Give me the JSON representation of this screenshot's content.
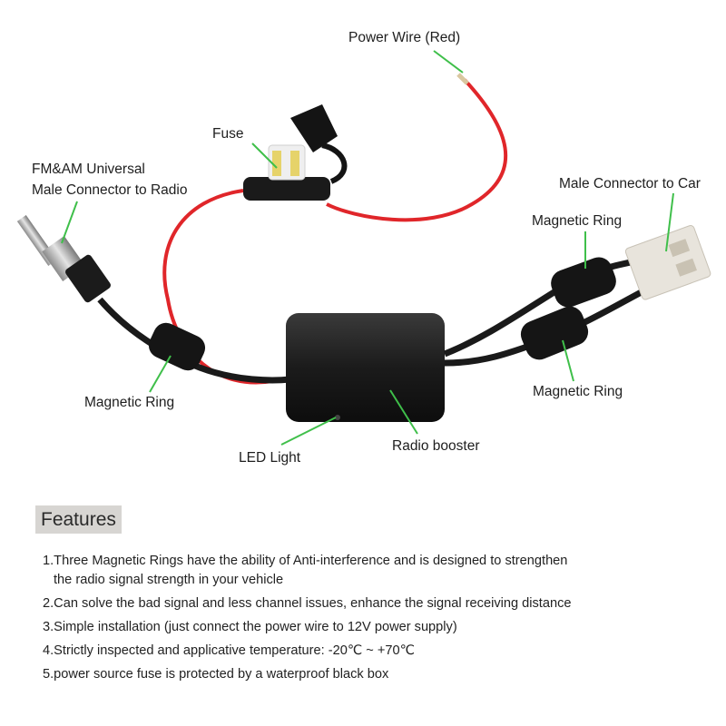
{
  "labels": {
    "power_wire": "Power Wire (Red)",
    "fuse": "Fuse",
    "fm_am_line1": "FM&AM Universal",
    "fm_am_line2": "Male Connector to Radio",
    "male_connector_car": "Male Connector to Car",
    "magnetic_ring_top": "Magnetic Ring",
    "magnetic_ring_right": "Magnetic Ring",
    "magnetic_ring_left": "Magnetic Ring",
    "led_light": "LED Light",
    "radio_booster": "Radio booster"
  },
  "colors": {
    "leader_line": "#3fbf4a",
    "red_wire": "#e0262a",
    "black_cable": "#1a1a1a",
    "box_body": "#1c1c1c",
    "connector_white": "#e8e4dc",
    "features_bg": "#d7d5d2"
  },
  "features": {
    "heading": "Features",
    "items": [
      {
        "line1": "1.Three Magnetic Rings have the ability of Anti-interference and is designed to strengthen",
        "line2": "the radio signal strength in your vehicle"
      },
      {
        "line1": "2.Can solve the bad signal and less channel issues, enhance the signal receiving distance"
      },
      {
        "line1": "3.Simple installation (just connect the power wire to 12V power supply)"
      },
      {
        "line1": "4.Strictly inspected and applicative temperature: -20℃ ~ +70℃"
      },
      {
        "line1": "5.power source fuse is protected by a waterproof black box"
      }
    ]
  }
}
